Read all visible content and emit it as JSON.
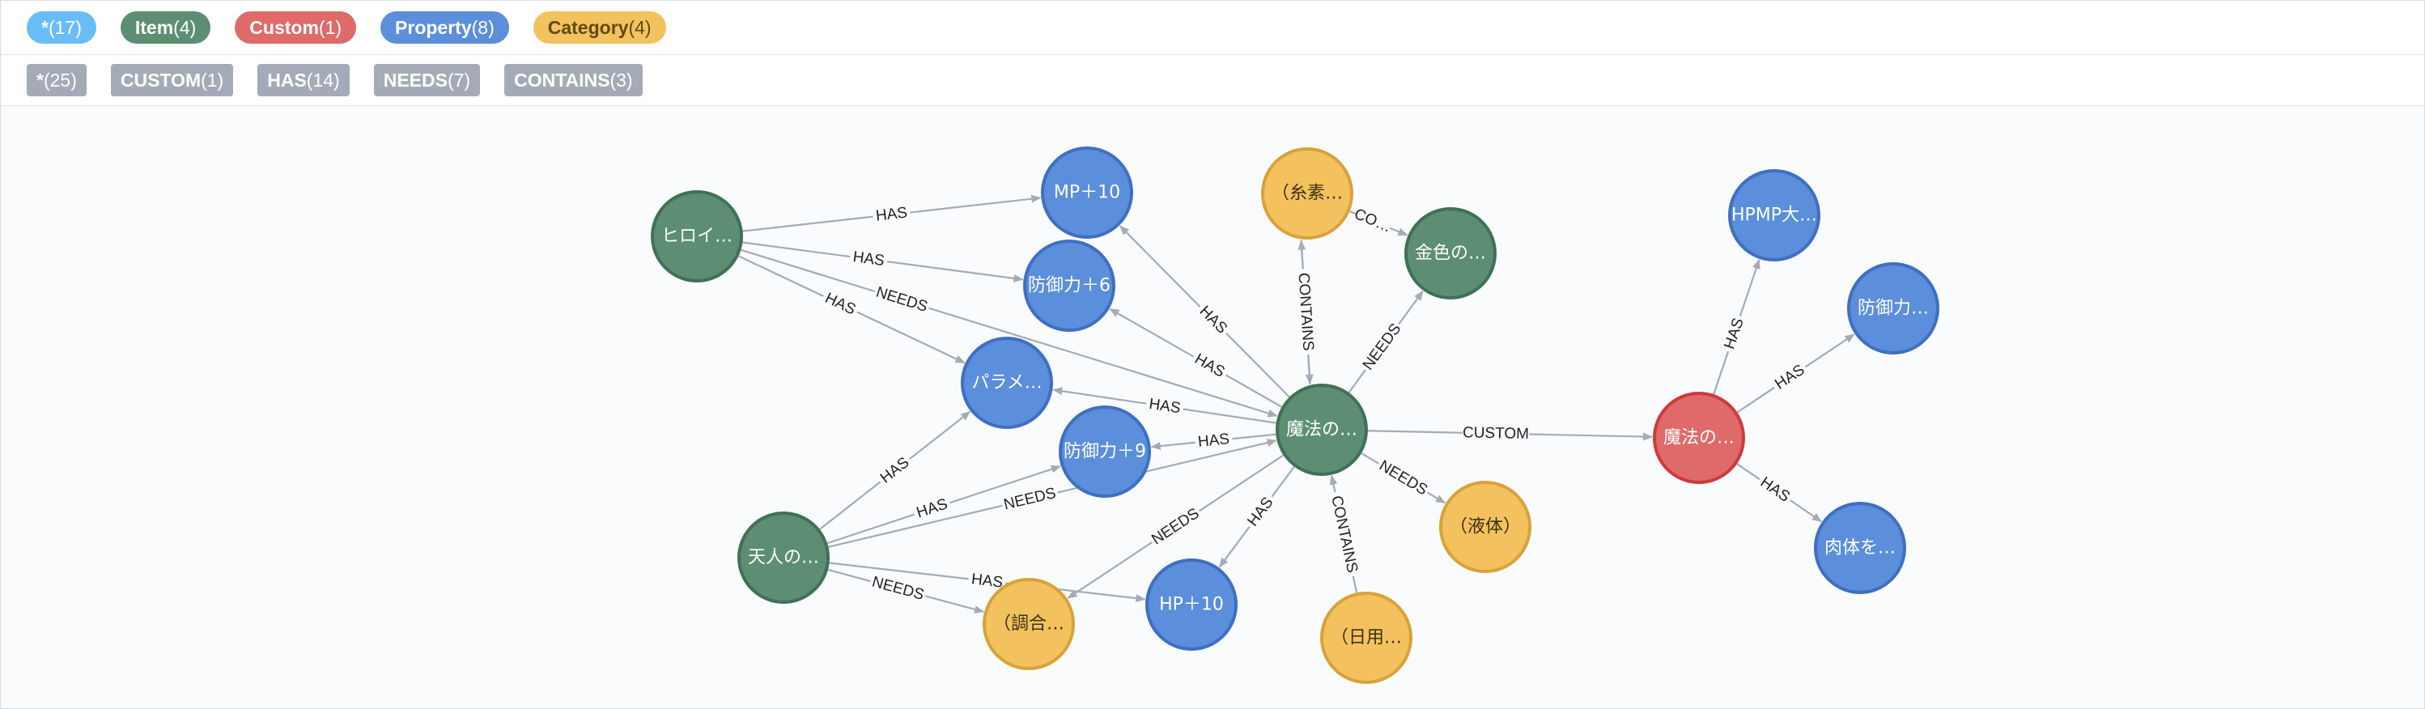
{
  "label_pills": [
    {
      "name": "*",
      "count": "(17)",
      "kind": "all"
    },
    {
      "name": "Item",
      "count": "(4)",
      "kind": "item"
    },
    {
      "name": "Custom",
      "count": "(1)",
      "kind": "custom"
    },
    {
      "name": "Property",
      "count": "(8)",
      "kind": "property"
    },
    {
      "name": "Category",
      "count": "(4)",
      "kind": "category"
    }
  ],
  "relationship_tags": [
    {
      "name": "*",
      "count": "(25)"
    },
    {
      "name": "CUSTOM",
      "count": "(1)"
    },
    {
      "name": "HAS",
      "count": "(14)"
    },
    {
      "name": "NEEDS",
      "count": "(7)"
    },
    {
      "name": "CONTAINS",
      "count": "(3)"
    }
  ],
  "colors": {
    "Item": {
      "fill": "#5d8e74",
      "stroke": "#3f7156"
    },
    "Custom": {
      "fill": "#df6a6a",
      "stroke": "#cf3a3a"
    },
    "Property": {
      "fill": "#5b8edb",
      "stroke": "#3f6fc2"
    },
    "Category": {
      "fill": "#f3c25e",
      "stroke": "#d8a23a"
    }
  },
  "graph": {
    "nodes": [
      {
        "id": "hiroi",
        "label": "ヒロイ…",
        "type": "Item"
      },
      {
        "id": "tenjin",
        "label": "天人の…",
        "type": "Item"
      },
      {
        "id": "mahou_item",
        "label": "魔法の…",
        "type": "Item"
      },
      {
        "id": "kinshoku",
        "label": "金色の…",
        "type": "Item"
      },
      {
        "id": "mahou_custom",
        "label": "魔法の…",
        "type": "Custom"
      },
      {
        "id": "mp10",
        "label": "MP＋10",
        "type": "Property"
      },
      {
        "id": "def6",
        "label": "防御力＋6",
        "type": "Property"
      },
      {
        "id": "param",
        "label": "パラメ…",
        "type": "Property"
      },
      {
        "id": "def9",
        "label": "防御力＋9",
        "type": "Property"
      },
      {
        "id": "hp10",
        "label": "HP＋10",
        "type": "Property"
      },
      {
        "id": "hpmp",
        "label": "HPMP大…",
        "type": "Property"
      },
      {
        "id": "defx",
        "label": "防御力…",
        "type": "Property"
      },
      {
        "id": "nikutai",
        "label": "肉体を…",
        "type": "Property"
      },
      {
        "id": "itomoto",
        "label": "（糸素…",
        "type": "Category"
      },
      {
        "id": "eki",
        "label": "（液体）",
        "type": "Category"
      },
      {
        "id": "nichiyou",
        "label": "（日用…",
        "type": "Category"
      },
      {
        "id": "chougou",
        "label": "（調合…",
        "type": "Category"
      }
    ],
    "edges": [
      {
        "source": "hiroi",
        "target": "mp10",
        "type": "HAS"
      },
      {
        "source": "hiroi",
        "target": "def6",
        "type": "HAS"
      },
      {
        "source": "hiroi",
        "target": "param",
        "type": "HAS"
      },
      {
        "source": "hiroi",
        "target": "mahou_item",
        "type": "NEEDS"
      },
      {
        "source": "mahou_item",
        "target": "mp10",
        "type": "HAS"
      },
      {
        "source": "mahou_item",
        "target": "def6",
        "type": "HAS"
      },
      {
        "source": "mahou_item",
        "target": "param",
        "type": "HAS"
      },
      {
        "source": "mahou_item",
        "target": "def9",
        "type": "HAS"
      },
      {
        "source": "mahou_item",
        "target": "hp10",
        "type": "HAS"
      },
      {
        "source": "mahou_item",
        "target": "itomoto",
        "type": "NEEDS"
      },
      {
        "source": "itomoto",
        "target": "mahou_item",
        "type": "CONTAINS"
      },
      {
        "source": "itomoto",
        "target": "kinshoku",
        "type": "CONTAINS"
      },
      {
        "source": "mahou_item",
        "target": "kinshoku",
        "type": "NEEDS"
      },
      {
        "source": "mahou_item",
        "target": "mahou_custom",
        "type": "CUSTOM"
      },
      {
        "source": "mahou_item",
        "target": "eki",
        "type": "NEEDS"
      },
      {
        "source": "nichiyou",
        "target": "mahou_item",
        "type": "CONTAINS"
      },
      {
        "source": "mahou_item",
        "target": "chougou",
        "type": "NEEDS"
      },
      {
        "source": "tenjin",
        "target": "param",
        "type": "HAS"
      },
      {
        "source": "tenjin",
        "target": "def9",
        "type": "HAS"
      },
      {
        "source": "tenjin",
        "target": "mahou_item",
        "type": "NEEDS"
      },
      {
        "source": "tenjin",
        "target": "hp10",
        "type": "HAS"
      },
      {
        "source": "tenjin",
        "target": "chougou",
        "type": "NEEDS"
      },
      {
        "source": "mahou_custom",
        "target": "hpmp",
        "type": "HAS"
      },
      {
        "source": "mahou_custom",
        "target": "defx",
        "type": "HAS"
      },
      {
        "source": "mahou_custom",
        "target": "nikutai",
        "type": "HAS"
      }
    ]
  }
}
